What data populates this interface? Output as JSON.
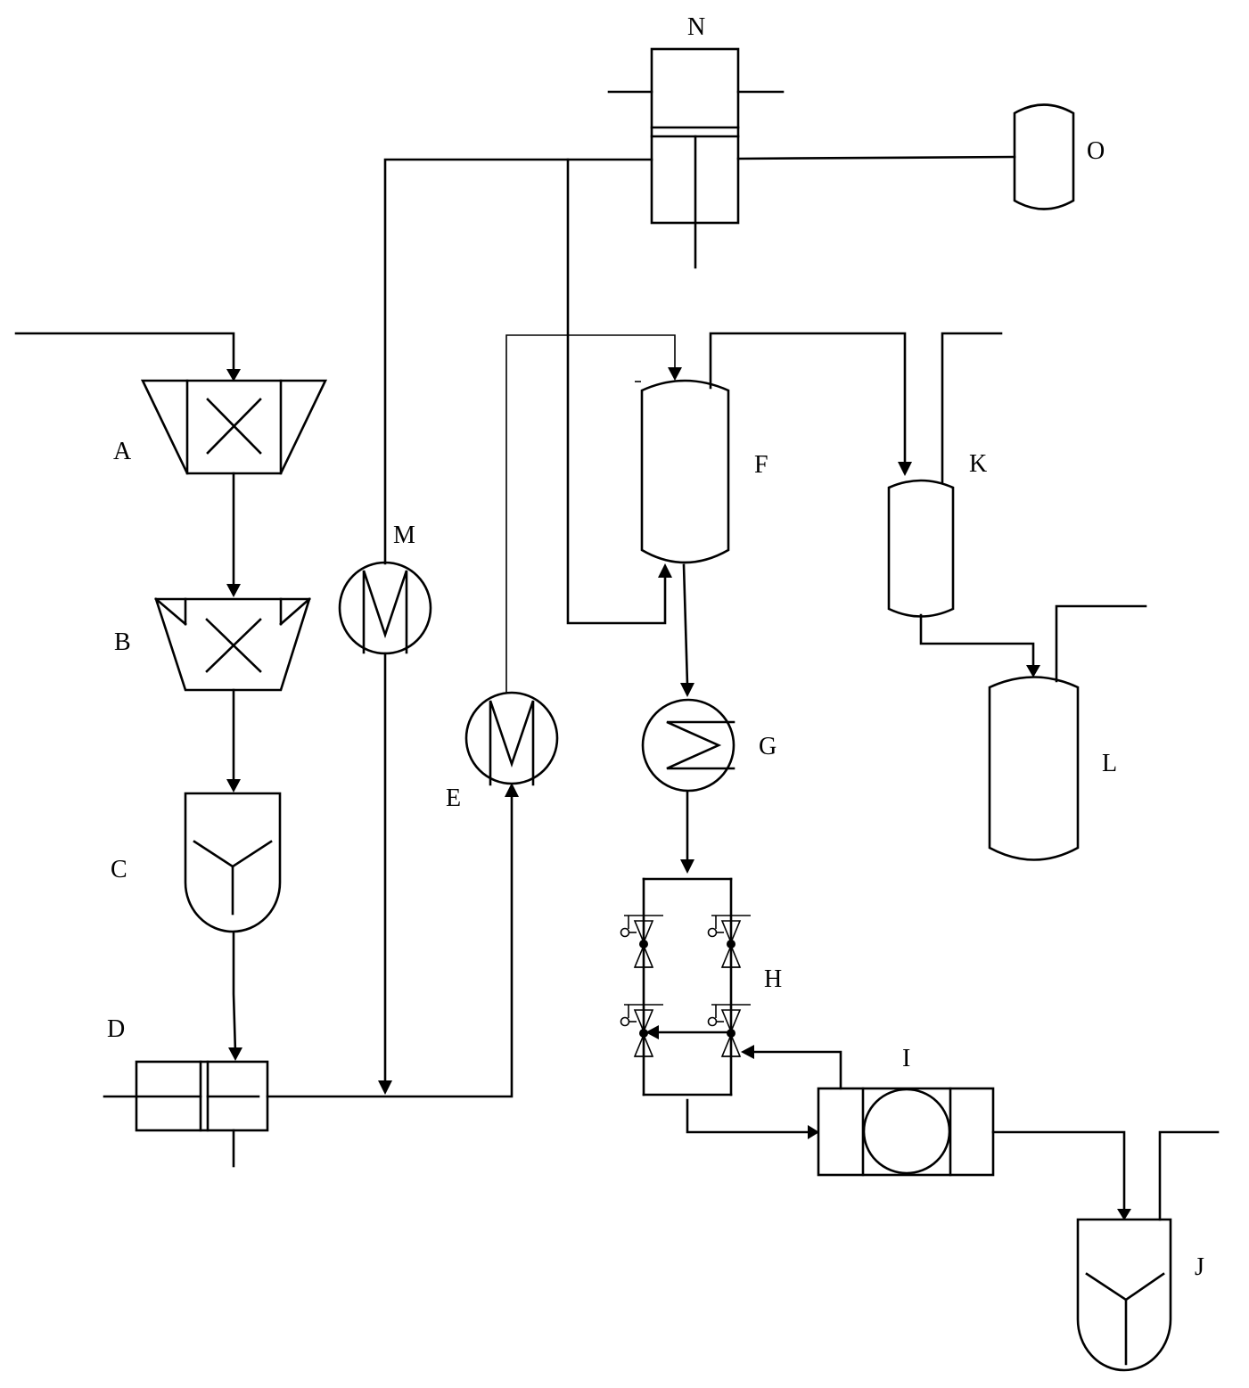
{
  "labels": {
    "A": "A",
    "B": "B",
    "C": "C",
    "D": "D",
    "E": "E",
    "F": "F",
    "G": "G",
    "H": "H",
    "I": "I",
    "J": "J",
    "K": "K",
    "L": "L",
    "M": "M",
    "N": "N",
    "O": "O"
  },
  "colors": {
    "stroke": "#000000",
    "background": "#ffffff"
  }
}
